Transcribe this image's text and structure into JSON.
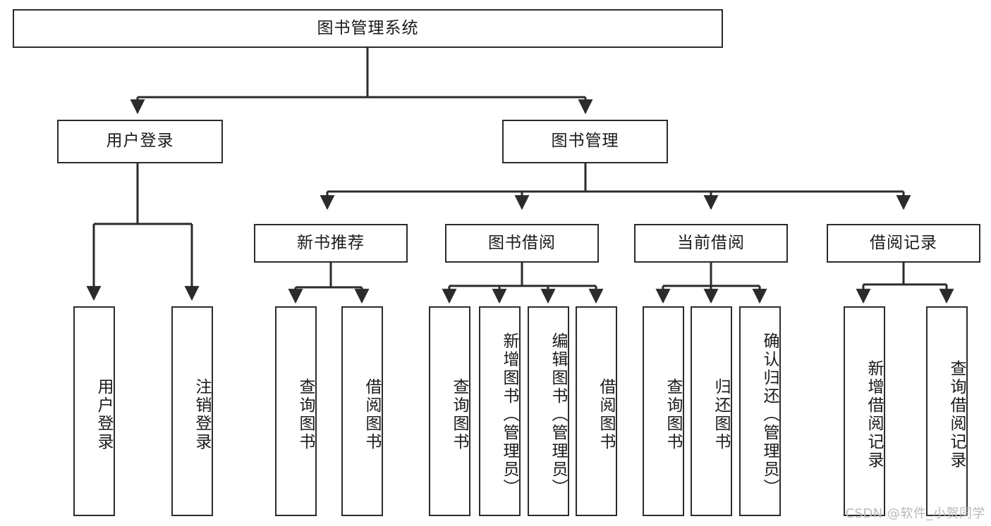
{
  "diagram": {
    "title_node": {
      "label": "图书管理系统"
    },
    "level2": [
      {
        "id": "user-login",
        "label": "用户登录"
      },
      {
        "id": "book-manage",
        "label": "图书管理"
      }
    ],
    "level3": [
      {
        "id": "new-book-recommend",
        "label": "新书推荐"
      },
      {
        "id": "book-borrow",
        "label": "图书借阅"
      },
      {
        "id": "current-borrow",
        "label": "当前借阅"
      },
      {
        "id": "borrow-record",
        "label": "借阅记录"
      }
    ],
    "leaves": {
      "user_login": [
        {
          "id": "leaf-user-login",
          "label": "用户登录"
        },
        {
          "id": "leaf-logout-login",
          "label": "注销登录"
        }
      ],
      "new_book_recommend": [
        {
          "id": "leaf-query-book-1",
          "label": "查询图书"
        },
        {
          "id": "leaf-borrow-book-1",
          "label": "借阅图书"
        }
      ],
      "book_borrow": [
        {
          "id": "leaf-query-book-2",
          "label": "查询图书"
        },
        {
          "id": "leaf-add-book",
          "label": "新增图书（管理员）"
        },
        {
          "id": "leaf-edit-book",
          "label": "编辑图书（管理员）"
        },
        {
          "id": "leaf-borrow-book-2",
          "label": "借阅图书"
        }
      ],
      "current_borrow": [
        {
          "id": "leaf-query-book-3",
          "label": "查询图书"
        },
        {
          "id": "leaf-return-book",
          "label": "归还图书"
        },
        {
          "id": "leaf-confirm-return",
          "label": "确认归还（管理员）"
        }
      ],
      "borrow_record": [
        {
          "id": "leaf-add-record",
          "label": "新增借阅记录"
        },
        {
          "id": "leaf-query-record",
          "label": "查询借阅记录"
        }
      ]
    }
  },
  "watermark": {
    "text": "CSDN @软件_小贺同学"
  },
  "colors": {
    "stroke": "#2b2b2b",
    "fill": "#ffffff",
    "text": "#1a1a1a",
    "watermark": "#b9b9b9"
  }
}
